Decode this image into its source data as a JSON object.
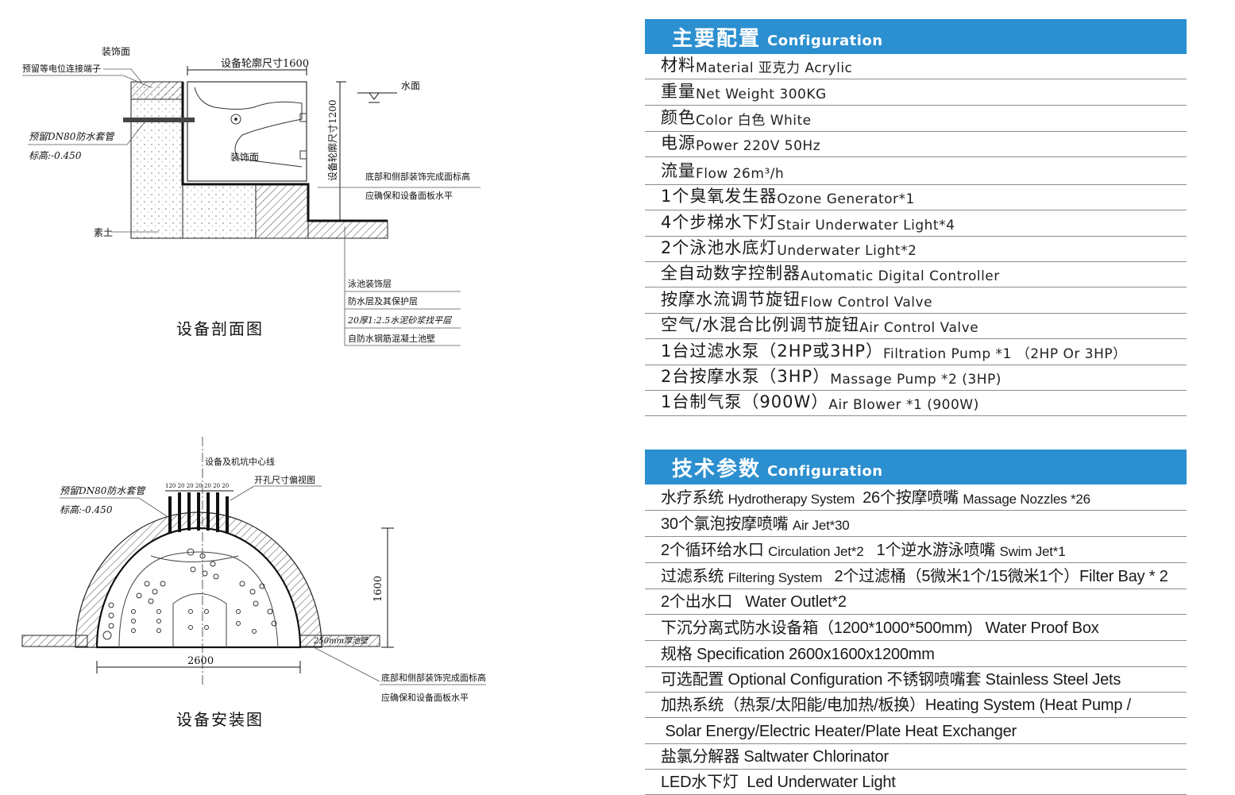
{
  "section_drawing": {
    "caption": "设备剖面图",
    "labels": {
      "deco_face_top": "装饰面",
      "equip_size": "设备轮廓尺寸1600",
      "water_level": "水面",
      "ground_terminal": "预留等电位连接端子",
      "dn80_sleeve": "预留DN80防水套管",
      "elevation": "标高:-0.450",
      "deco_face_inner": "装饰面",
      "height_1200": "设备轮廓尺寸1200",
      "bottom_note_1": "底部和侧部装饰完成面标高",
      "bottom_note_2": "应确保和设备面板水平",
      "soil": "素土",
      "layer_1": "泳池装饰层",
      "layer_2": "防水层及其保护层",
      "layer_3": "20厚1:2.5水泥砂浆找平层",
      "layer_4": "自防水钢筋混凝土池壁"
    }
  },
  "install_drawing": {
    "caption": "设备安装图",
    "labels": {
      "center_line": "设备及机坑中心线",
      "opening_size": "开孔尺寸偏视图",
      "dn80_sleeve": "预留DN80防水套管",
      "elevation": "标高:-0.450",
      "spacing": "120 20 20 20 20 20 20",
      "width_2600": "2600",
      "height_1600": "1600",
      "wall_250": "250mm厚池壁",
      "bottom_note_1": "底部和侧部装饰完成面标高",
      "bottom_note_2": "应确保和设备面板水平"
    }
  },
  "main_config": {
    "title_cn": "主要配置",
    "title_en": "Configuration",
    "rows": [
      {
        "cn": "材料 ",
        "en": "Material   亚克力 Acrylic"
      },
      {
        "cn": "重量 ",
        "en": "Net Weight 300KG"
      },
      {
        "cn": "颜色 ",
        "en": "Color    白色   White"
      },
      {
        "cn": "电源 ",
        "en": "Power    220V 50Hz"
      },
      {
        "cn": "流量 ",
        "en": "Flow      26m³/h"
      },
      {
        "cn": "1个臭氧发生器 ",
        "en": "Ozone Generator*1"
      },
      {
        "cn": "4个步梯水下灯 ",
        "en": "Stair Underwater Light*4"
      },
      {
        "cn": "2个泳池水底灯 ",
        "en": "Underwater Light*2"
      },
      {
        "cn": "全自动数字控制器 ",
        "en": "Automatic Digital Controller"
      },
      {
        "cn": "按摩水流调节旋钮 ",
        "en": "Flow Control Valve"
      },
      {
        "cn": "空气/水混合比例调节旋钮 ",
        "en": "Air Control Valve"
      },
      {
        "cn": "1台过滤水泵（2HP或3HP）",
        "en": "  Filtration Pump *1 （2HP Or 3HP）"
      },
      {
        "cn": "2台按摩水泵（3HP）",
        "en": "  Massage Pump *2 (3HP)"
      },
      {
        "cn": "1台制气泵（900W）",
        "en": "Air Blower *1 (900W)"
      }
    ]
  },
  "tech_params": {
    "title_cn": "技术参数",
    "title_en": "Configuration",
    "rows": [
      {
        "a": "水疗系统 ",
        "b": "Hydrotherapy System ",
        "c": " 26个按摩喷嘴 ",
        "d": "Massage Nozzles *26"
      },
      {
        "a": "30个氯泡按摩喷嘴 ",
        "b": "Air Jet*30",
        "c": "",
        "d": ""
      },
      {
        "a": "2个循环给水口 ",
        "b": "Circulation Jet*2",
        "c": "   1个逆水游泳喷嘴 ",
        "d": "Swim Jet*1"
      },
      {
        "a": "过滤系统 ",
        "b": "Filtering System ",
        "c": "  2个过滤桶（5微米1个/15微米1个）Filter Bay * 2",
        "d": ""
      },
      {
        "a": "2个出水口   Water Outlet*2",
        "b": "",
        "c": "",
        "d": ""
      },
      {
        "a": "下沉分离式防水设备箱（1200*1000*500mm)   Water Proof Box",
        "b": "",
        "c": "",
        "d": ""
      },
      {
        "a": "规格 Specification 2600x1600x1200mm",
        "b": "",
        "c": "",
        "d": ""
      },
      {
        "a": "可选配置 Optional Configuration 不锈钢喷嘴套 Stainless Steel Jets",
        "b": "",
        "c": "",
        "d": ""
      },
      {
        "a": "加热系统（热泵/太阳能/电加热/板换）Heating System (Heat Pump /",
        "b": "",
        "c": "",
        "d": ""
      },
      {
        "a": " Solar Energy/Electric Heater/Plate Heat Exchanger",
        "b": "",
        "c": "",
        "d": ""
      },
      {
        "a": "盐氯分解器 Saltwater Chlorinator",
        "b": "",
        "c": "",
        "d": ""
      },
      {
        "a": "LED水下灯  Led Underwater Light",
        "b": "",
        "c": "",
        "d": ""
      }
    ]
  }
}
